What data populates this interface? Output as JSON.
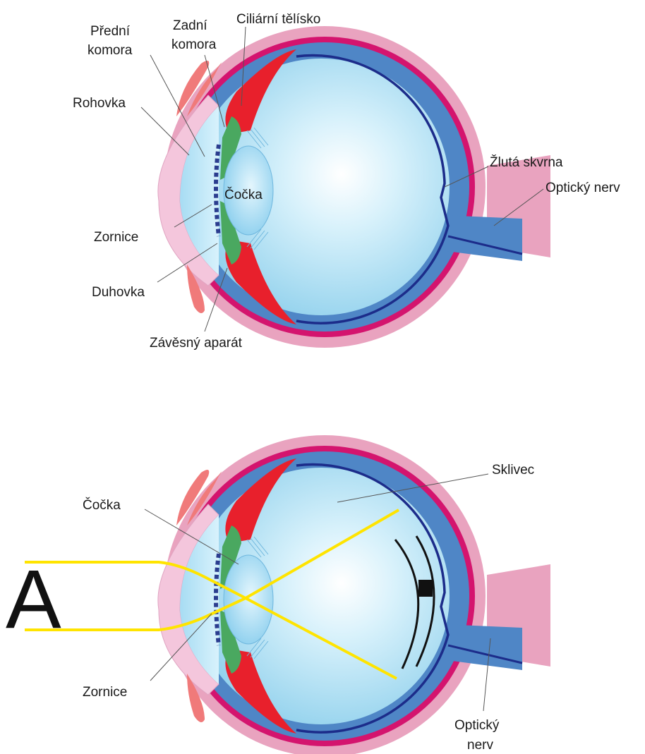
{
  "top_diagram": {
    "labels": {
      "predni_komora_1": "Přední",
      "predni_komora_2": "komora",
      "zadni_komora_1": "Zadní",
      "zadni_komora_2": "komora",
      "ciliarni": "Ciliární tělísko",
      "rohovka": "Rohovka",
      "zluta_skvrna": "Žlutá skvrna",
      "opticky_nerv": "Optický nerv",
      "cocka": "Čočka",
      "zornice": "Zornice",
      "duhovka": "Duhovka",
      "zavesny": "Závěsný aparát"
    }
  },
  "bottom_diagram": {
    "letter": "A",
    "labels": {
      "cocka": "Čočka",
      "sklivec": "Sklivec",
      "zornice": "Zornice",
      "opticky_1": "Optický",
      "opticky_2": "nerv"
    }
  },
  "colors": {
    "sclera": "#e9a3bf",
    "choroid": "#d4146e",
    "retina": "#4f86c6",
    "retina_line": "#1c2c8a",
    "ciliary": "#e8202c",
    "vitreous": "#bfe7f7",
    "cornea": "#f4c6dc",
    "iris": "#4aa860",
    "eyelid": "#f07a7a",
    "light_ray": "#ffe400"
  }
}
